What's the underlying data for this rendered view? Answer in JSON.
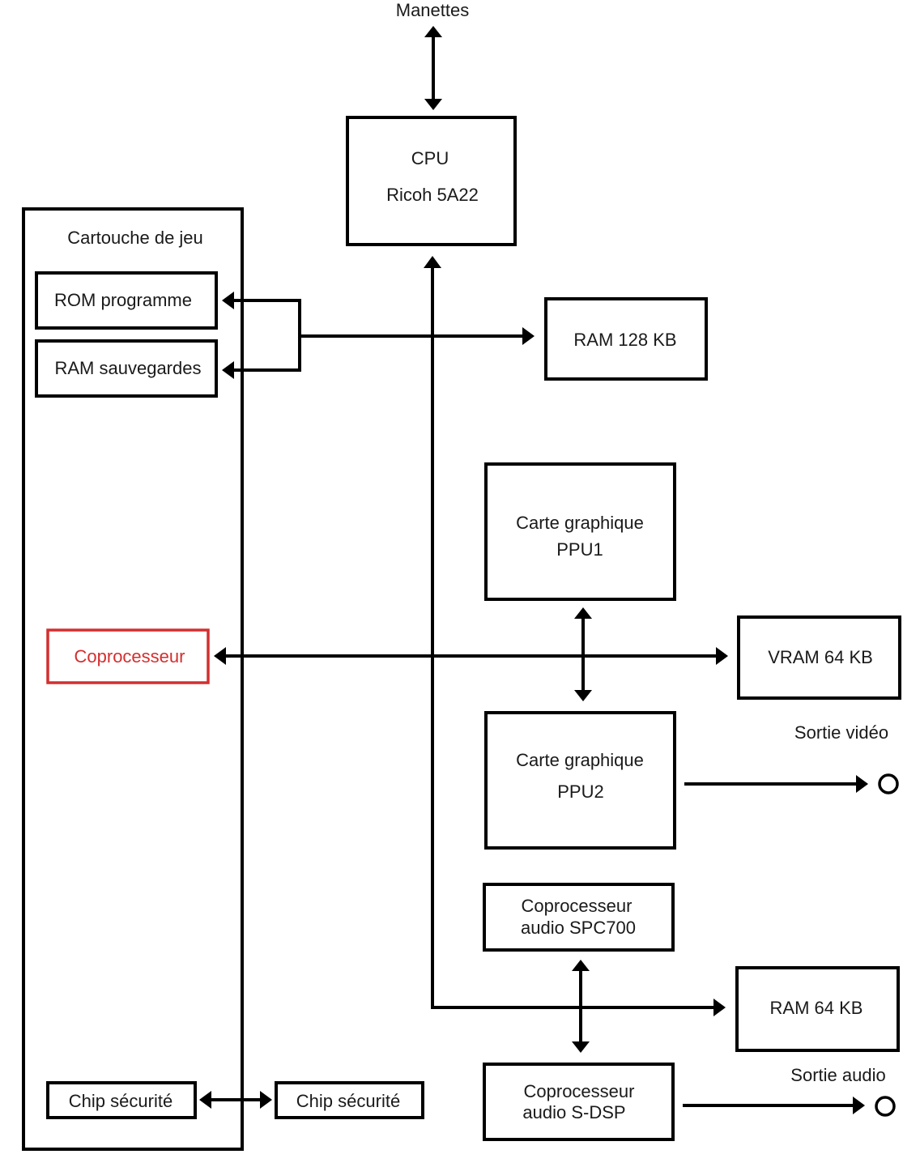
{
  "diagram": {
    "colors": {
      "line": "#000000",
      "accent": "#d32f2f"
    },
    "labels": {
      "manettes": "Manettes",
      "cpu_line1": "CPU",
      "cpu_line2": "Ricoh 5A22",
      "cartridge_title": "Cartouche de jeu",
      "rom": "ROM programme",
      "ram_saves": "RAM sauvegardes",
      "ram_main": "RAM 128 KB",
      "ppu1_line1": "Carte graphique",
      "ppu1_line2": "PPU1",
      "coprocessor": "Coprocesseur",
      "vram": "VRAM 64 KB",
      "video_out": "Sortie vidéo",
      "ppu2_line1": "Carte graphique",
      "ppu2_line2": "PPU2",
      "spc700_line1": "Coprocesseur",
      "spc700_line2": "audio SPC700",
      "ram_audio": "RAM 64 KB",
      "audio_out": "Sortie audio",
      "chip_security_cart": "Chip sécurité",
      "chip_security_console": "Chip sécurité",
      "sdsp_line1": "Coprocesseur",
      "sdsp_line2": "audio S-DSP"
    }
  }
}
